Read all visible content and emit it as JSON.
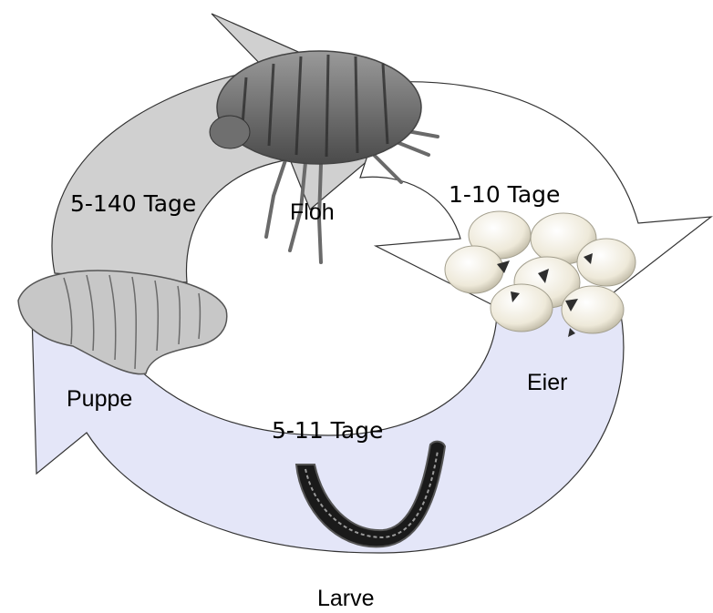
{
  "stages": {
    "adult": "Floh",
    "eggs": "Eier",
    "larva": "Larve",
    "pupa": "Puppe"
  },
  "durations": {
    "adult_to_eggs": "1-10 Tage",
    "eggs_to_larva_and_larva_to_pupa": "5-11 Tage",
    "pupa_to_adult": "5-140 Tage"
  },
  "colors": {
    "arrow_top": "#d0d0d0",
    "arrow_bottom": "#e4e6f8",
    "arrow_right_top": "#ffffff",
    "outline": "#333333"
  }
}
